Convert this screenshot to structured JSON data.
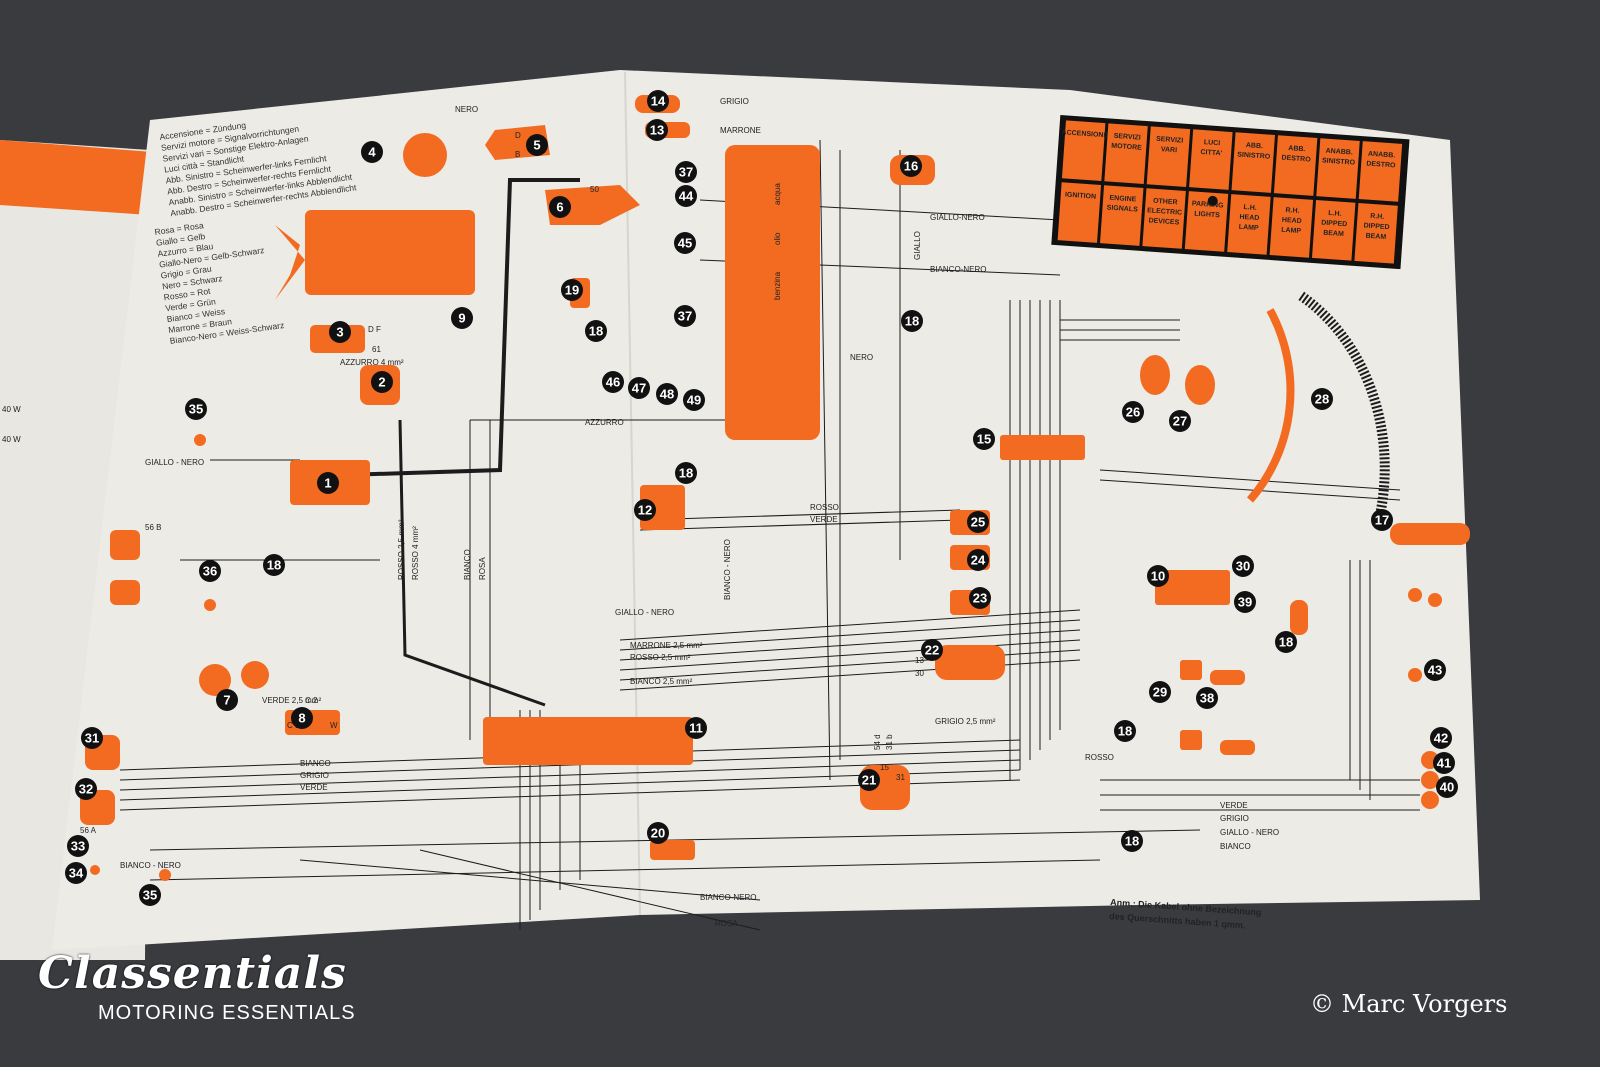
{
  "legend_systems": [
    "Accensione = Zündung",
    "Servizi motore = Signalvorrichtungen",
    "Servizi vari = Sonstige Elektro-Anlagen",
    "Luci città = Standlicht",
    "Abb. Sinistro = Scheinwerfer-links Fernlicht",
    "Abb. Destro = Scheinwerfer-rechts Fernlicht",
    "Anabb. Sinistro = Scheinwerfer-links Abblendlicht",
    "Anabb. Destro = Scheinwerfer-rechts Abblendlicht"
  ],
  "legend_colors": [
    "Rosa = Rosa",
    "Giallo = Gelb",
    "Azzurro = Blau",
    "Giallo-Nero = Gelb-Schwarz",
    "Grigio = Grau",
    "Nero = Schwarz",
    "Rosso = Rot",
    "Verde = Grün",
    "Bianco = Weiss",
    "Marrone = Braun",
    "Bianco-Nero = Weiss-Schwarz"
  ],
  "left_page_fragments": [
    "40 W",
    "40 W"
  ],
  "fuse_table": {
    "top": [
      "ACCENSIONE",
      "SERVIZI MOTORE",
      "SERVIZI VARI",
      "LUCI CITTA'",
      "ABB. SINISTRO",
      "ABB. DESTRO",
      "ANABB. SINISTRO",
      "ANABB. DESTRO"
    ],
    "bottom": [
      "IGNITION",
      "ENGINE SIGNALS",
      "OTHER ELECTRIC DEVICES",
      "PARKING LIGHTS",
      "L.H. HEAD LAMP",
      "R.H. HEAD LAMP",
      "L.H. DIPPED BEAM",
      "R.H. DIPPED BEAM"
    ]
  },
  "gauge_labels": [
    "acqua",
    "olio",
    "benzina"
  ],
  "wire_labels": [
    "NERO",
    "GRIGIO",
    "MARRONE",
    "GIALLO - NERO",
    "AZZURRO",
    "AZZURRO 4 mm²",
    "ROSSO",
    "ROSSO 2,5 mm²",
    "ROSSO 4 mm²",
    "BIANCO",
    "ROSA",
    "VERDE",
    "GIALLO",
    "BIANCO - NERO",
    "GIALLO-NERO",
    "BIANCO-NERO",
    "VERDE 2,5 mm²",
    "MARRONE 2,5 mm²",
    "ROSSO 2,5 mm²",
    "BIANCO 2,5 mm²",
    "GRIGIO 2,5 mm²",
    "GIALLO - NERO",
    "NERO",
    "ROSSO",
    "VERDE",
    "GRIGIO",
    "BIANCO",
    "ROSA",
    "BIANCO-NERO",
    "BIANCO",
    "VERDE",
    "GRIGIO",
    "BIANCO - NERO",
    "GIALLO - NERO"
  ],
  "terminal_labels": [
    "50",
    "D",
    "B",
    "D F",
    "61",
    "C 2",
    "C 1",
    "W",
    "54",
    "31",
    "15",
    "54 d",
    "31 b",
    "13",
    "30",
    "56 A",
    "56 B"
  ],
  "component_numbers": [
    "1",
    "2",
    "3",
    "4",
    "5",
    "6",
    "7",
    "8",
    "9",
    "10",
    "11",
    "12",
    "13",
    "14",
    "15",
    "16",
    "17",
    "18",
    "19",
    "20",
    "21",
    "22",
    "23",
    "24",
    "25",
    "26",
    "27",
    "28",
    "29",
    "30",
    "31",
    "32",
    "33",
    "34",
    "35",
    "36",
    "37",
    "38",
    "39",
    "40",
    "41",
    "42",
    "43",
    "44",
    "45",
    "46",
    "47",
    "48",
    "49"
  ],
  "note": {
    "line1": "Anm.: Die Kabel ohne Bezeichnung",
    "line2": "des Querschnitts haben 1 qmm."
  },
  "watermark": {
    "brand": "Classentials",
    "tagline": "MOTORING ESSENTIALS",
    "copyright": "© Marc Vorgers"
  },
  "colors": {
    "orange": "#f26b21",
    "paper": "#ecebe6",
    "ink": "#1c1c1c",
    "background": "#3a3b3f"
  }
}
